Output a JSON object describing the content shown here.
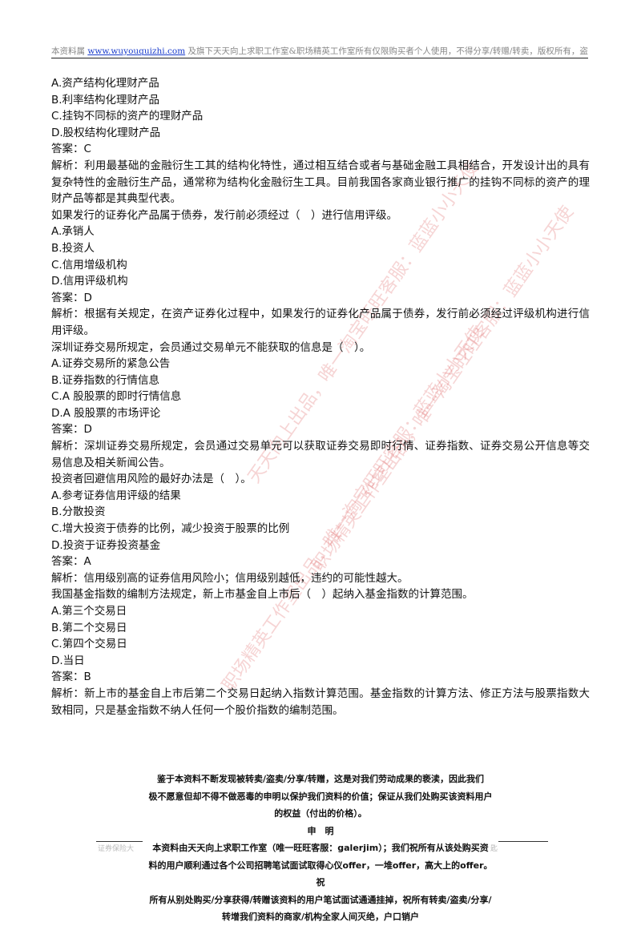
{
  "header": {
    "prefix": "本资料属",
    "link": "www.wuyouquizhi.com",
    "suffix": "及旗下天天向上求职工作室&职场精英工作室所有仅限购买者个人使用，不得分享/转赠/转卖，版权所有，盗版可耻"
  },
  "content": {
    "q1_a": "A.资产结构化理财产品",
    "q1_b": "B.利率结构化理财产品",
    "q1_c": "C.挂钩不同标的资产的理财产品",
    "q1_d": "D.股权结构化理财产品",
    "q1_answer": "答案：C",
    "q1_analysis": "解析：利用最基础的金融衍生工其的结构化特性，通过相互结合或者与基础金融工具相结合，开发设计出的具有复杂特性的金融衍生产品，通常称为结构化金融衍生工具。目前我国各家商业银行推广的挂钩不同标的资产的理财产品等都是其典型代表。",
    "q2_stem": "如果发行的证券化产品属于债券，发行前必须经过（　）进行信用评级。",
    "q2_a": "A.承销人",
    "q2_b": "B.投资人",
    "q2_c": "C.信用增级机构",
    "q2_d": "D.信用评级机构",
    "q2_answer": "答案：D",
    "q2_analysis": "解析：根据有关规定，在资产证券化过程中，如果发行的证券化产品属于债券，发行前必须经过评级机构进行信用评级。",
    "q3_stem": "深圳证券交易所规定，会员通过交易单元不能获取的信息是（　）。",
    "q3_a": "A.证券交易所的紧急公告",
    "q3_b": "B.证券指数的行情信息",
    "q3_c": "C.A 股股票的即时行情信息",
    "q3_d": "D.A 股股票的市场评论",
    "q3_answer": "答案：D",
    "q3_analysis": "解析：深圳证券交易所规定，会员通过交易单元可以获取证券交易即时行情、证券指数、证券交易公开信息等交易信息及相关新闻公告。",
    "q4_stem": "投资者回避信用风险的最好办法是（　）。",
    "q4_a": "A.参考证券信用评级的结果",
    "q4_b": "B.分散投资",
    "q4_c": "C.增大投资于债券的比例，减少投资于股票的比例",
    "q4_d": "D.投资于证券投资基金",
    "q4_answer": "答案：A",
    "q4_analysis": "解析：信用级别高的证券信用风险小；信用级别越低，违约的可能性越大。",
    "q5_stem": "我国基金指数的编制方法规定，新上市基金自上市后（　）起纳入基金指数的计算范围。",
    "q5_a": "A.第三个交易日",
    "q5_b": "B.第二个交易日",
    "q5_c": "C.第四个交易日",
    "q5_d": "D.当日",
    "q5_answer": "答案：B",
    "q5_analysis": "解析：新上市的基金自上市后第二个交易日起纳入指数计算范围。基金指数的计算方法、修正方法与股票指数大致相同，只是基金指数不纳人任何一个股价指数的编制范围。"
  },
  "watermarks": {
    "w1": "职场精英工作室出品，唯一淘宝旺旺客服：蓝蓝小小天使",
    "w2": "职场精英工作室出品，唯一淘宝旺旺客服：蓝蓝小小天使",
    "w3": "天天向上出品，唯一淘宝旺旺客服：蓝蓝小小天使"
  },
  "notice": {
    "line1": "鉴于本资料不断发现被转卖/盗卖/分享/转赠，这是对我们劳动成果的亵渎，因此我们",
    "line2": "极不愿意但却不得不做恶毒的申明以保护我们资料的价值；保证从我们处购买该资料用户",
    "line3": "的权益（付出的价格）。",
    "title": "申　明",
    "line4": "本资料由天天向上求职工作室（唯一旺旺客服：galerjim）；我们祝所有从该处购买资",
    "line5": "料的用户顺利通过各个公司招聘笔试面试取得心仪offer，一堆offer，高大上的offer。祝",
    "line6": "所有从别处购买/分享获得/转赠该资料的用户笔试面试通通挂掉，祝所有转卖/盗卖/分享/",
    "line7": "转增我们资料的商家/机构全家人间灭绝，户口销户"
  },
  "footer": {
    "left": "证券保险大",
    "right": "匙"
  }
}
